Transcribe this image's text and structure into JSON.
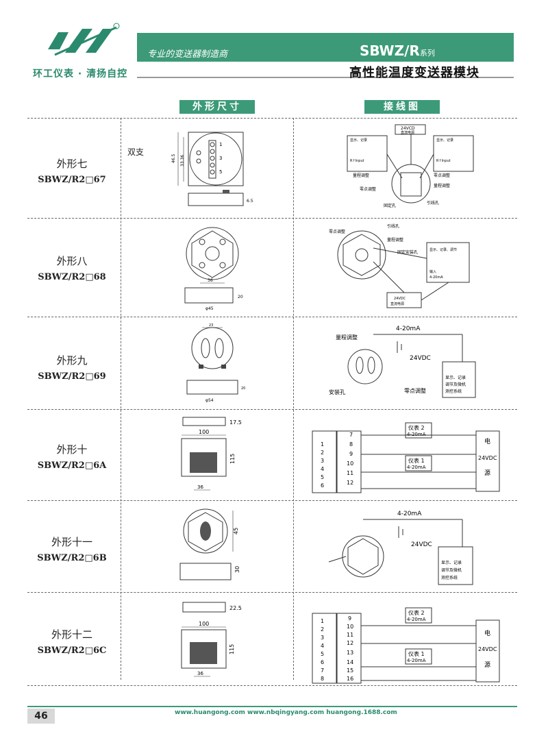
{
  "header": {
    "brand": "环工仪表 · 清扬自控",
    "slogan": "专业的变送器制造商",
    "series": "SBWZ/R",
    "series_suffix": "系列",
    "product": "高性能温度变送器模块"
  },
  "columns": {
    "dimensions": "外形尺寸",
    "wiring": "接线图"
  },
  "note": "双支",
  "rows": [
    {
      "name": "外形七",
      "code": "SBWZ/R2□67"
    },
    {
      "name": "外形八",
      "code": "SBWZ/R2□68"
    },
    {
      "name": "外形九",
      "code": "SBWZ/R2□69"
    },
    {
      "name": "外形十",
      "code": "SBWZ/R2□6A"
    },
    {
      "name": "外形十一",
      "code": "SBWZ/R2□6B"
    },
    {
      "name": "外形十二",
      "code": "SBWZ/R2□6C"
    }
  ],
  "dims": {
    "r7": [
      "46.5",
      "33.36",
      "6.5"
    ],
    "r8": [
      "36",
      "20",
      "φ45"
    ],
    "r9": [
      "23",
      "20",
      "φ54"
    ],
    "r10": [
      "17.5",
      "100",
      "115",
      "36"
    ],
    "r11": [
      "45",
      "30"
    ],
    "r12": [
      "22.5",
      "100",
      "115",
      "36"
    ]
  },
  "wiring": {
    "power": "24VCD",
    "power_label": "直流电源",
    "display": "显示、记录\n调节仪表及\n计算机测量\n控制系统",
    "range_adj": "量程调整",
    "zero_adj": "零点调整",
    "fix_hole": "固定孔",
    "lead_hole": "引线孔",
    "fix_install_hole": "固定安装孔",
    "input_label": "输入\n4-20mA",
    "r_input": "R↑Input",
    "dc24_label": "24VDC\n直流电源",
    "current": "4-20mA",
    "vdc": "24VDC",
    "display2": "显示、记录\n调节及微机\n测控系统",
    "install_hole": "安装孔",
    "meter1": "仪表 1",
    "meter2": "仪表 2",
    "power_cn_1": "电",
    "power_cn_2": "源",
    "terms_a": [
      "1",
      "2",
      "3",
      "4",
      "5",
      "6"
    ],
    "terms_b": [
      "7",
      "8",
      "9",
      "10",
      "11",
      "12"
    ],
    "terms_c": [
      "1",
      "2",
      "3",
      "4",
      "5",
      "6",
      "7",
      "8"
    ],
    "terms_d": [
      "9",
      "10",
      "11",
      "12",
      "13",
      "14",
      "15",
      "16"
    ]
  },
  "page": "46",
  "footer": "www.huangong.com   www.nbqingyang.com   huangong.1688.com"
}
